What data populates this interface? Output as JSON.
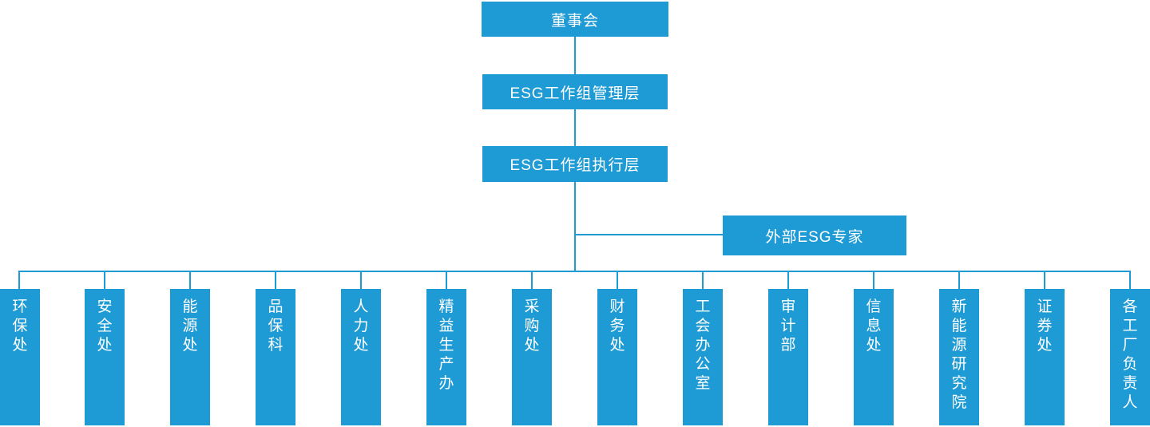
{
  "org": {
    "board": "董事会",
    "management": "ESG工作组管理层",
    "execution": "ESG工作组执行层",
    "external_expert": "外部ESG专家",
    "departments": [
      "环保处",
      "安全处",
      "能源处",
      "品保科",
      "人力处",
      "精益生产办",
      "采购处",
      "财务处",
      "工会办公室",
      "审计部",
      "信息处",
      "新能源研究院",
      "证券处",
      "各工厂负责人"
    ]
  },
  "colors": {
    "box_blue": "#1E9AD4",
    "text_white": "#FFFFFF"
  }
}
